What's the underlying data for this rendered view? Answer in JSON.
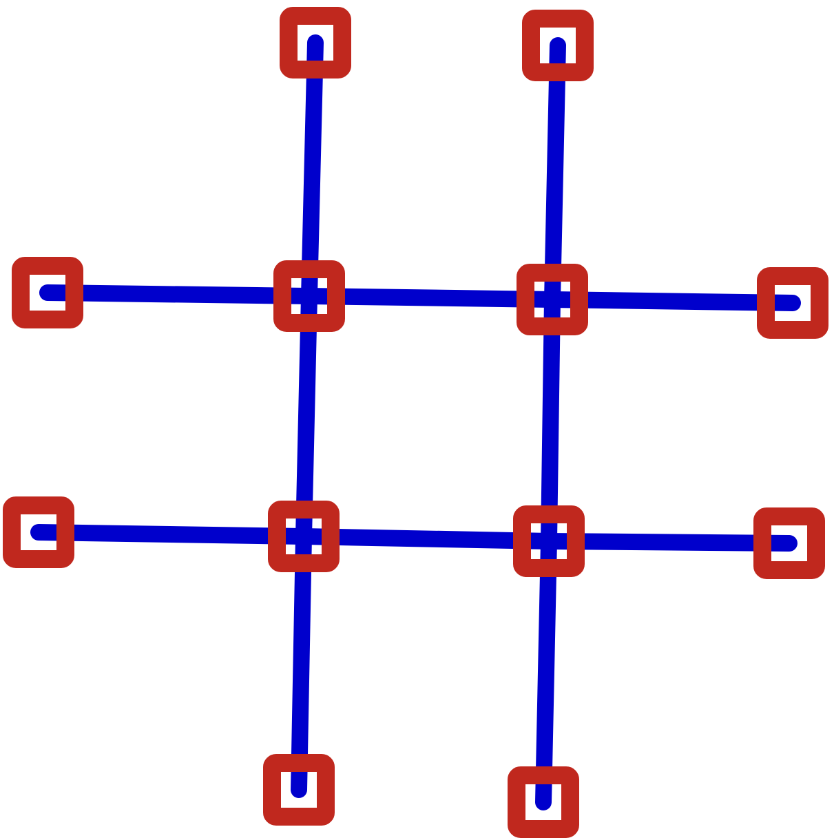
{
  "diagram": {
    "type": "grid-graph",
    "description_visible_text": "",
    "colors": {
      "edge": "#0000cc",
      "node_stroke": "#c0281e",
      "node_fill": "#ffffff",
      "background": "#ffffff"
    },
    "nodes": [
      {
        "id": "top-left-end",
        "kind": "endpoint"
      },
      {
        "id": "top-right-end",
        "kind": "endpoint"
      },
      {
        "id": "left-upper-end",
        "kind": "endpoint"
      },
      {
        "id": "junction-upper-left",
        "kind": "junction"
      },
      {
        "id": "junction-upper-right",
        "kind": "junction"
      },
      {
        "id": "right-upper-end",
        "kind": "endpoint"
      },
      {
        "id": "left-lower-end",
        "kind": "endpoint"
      },
      {
        "id": "junction-lower-left",
        "kind": "junction"
      },
      {
        "id": "junction-lower-right",
        "kind": "junction"
      },
      {
        "id": "right-lower-end",
        "kind": "endpoint"
      },
      {
        "id": "bottom-left-end",
        "kind": "endpoint"
      },
      {
        "id": "bottom-right-end",
        "kind": "endpoint"
      }
    ],
    "edges": [
      {
        "from": "top-left-end",
        "to": "junction-upper-left"
      },
      {
        "from": "junction-upper-left",
        "to": "junction-lower-left"
      },
      {
        "from": "junction-lower-left",
        "to": "bottom-left-end"
      },
      {
        "from": "top-right-end",
        "to": "junction-upper-right"
      },
      {
        "from": "junction-upper-right",
        "to": "junction-lower-right"
      },
      {
        "from": "junction-lower-right",
        "to": "bottom-right-end"
      },
      {
        "from": "left-upper-end",
        "to": "junction-upper-left"
      },
      {
        "from": "junction-upper-left",
        "to": "junction-upper-right"
      },
      {
        "from": "junction-upper-right",
        "to": "right-upper-end"
      },
      {
        "from": "left-lower-end",
        "to": "junction-lower-left"
      },
      {
        "from": "junction-lower-left",
        "to": "junction-lower-right"
      },
      {
        "from": "junction-lower-right",
        "to": "right-lower-end"
      }
    ]
  }
}
